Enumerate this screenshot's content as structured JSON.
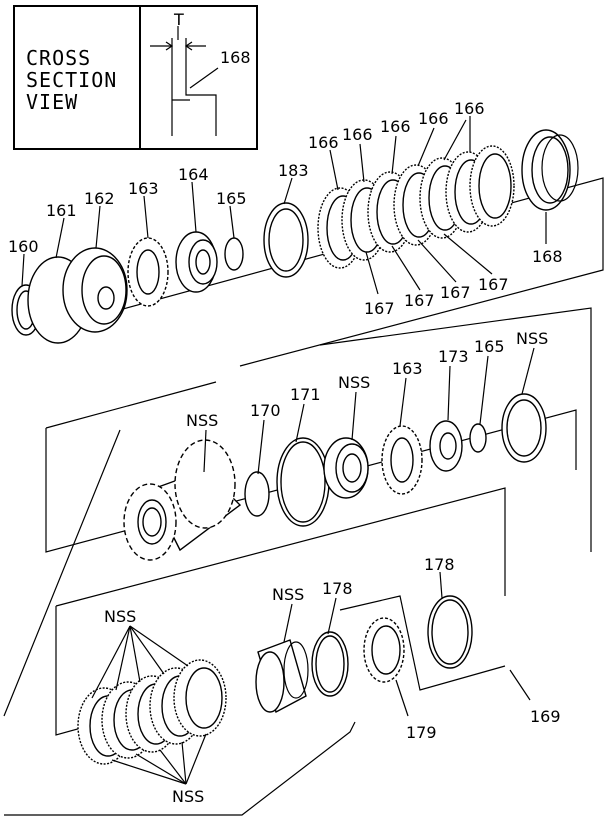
{
  "inset": {
    "title_lines": [
      "CROSS",
      "SECTION",
      "VIEW"
    ],
    "dimension_label": "T",
    "part_label": "168"
  },
  "callouts": {
    "p160": "160",
    "p161": "161",
    "p162": "162",
    "p163_top": "163",
    "p164": "164",
    "p165_top": "165",
    "p183": "183",
    "p166_a": "166",
    "p166_b": "166",
    "p166_c": "166",
    "p166_d": "166",
    "p166_e": "166",
    "p168": "168",
    "p167_a": "167",
    "p167_b": "167",
    "p167_c": "167",
    "p167_d": "167",
    "nss_mid_left": "NSS",
    "p170": "170",
    "p171": "171",
    "nss_mid_center": "NSS",
    "p163_mid": "163",
    "p173": "173",
    "p165_mid": "165",
    "nss_mid_right": "NSS",
    "nss_low_left": "NSS",
    "nss_low_center": "NSS",
    "p178_left": "178",
    "p178_right": "178",
    "p179": "179",
    "p169": "169",
    "nss_bottom": "NSS"
  }
}
